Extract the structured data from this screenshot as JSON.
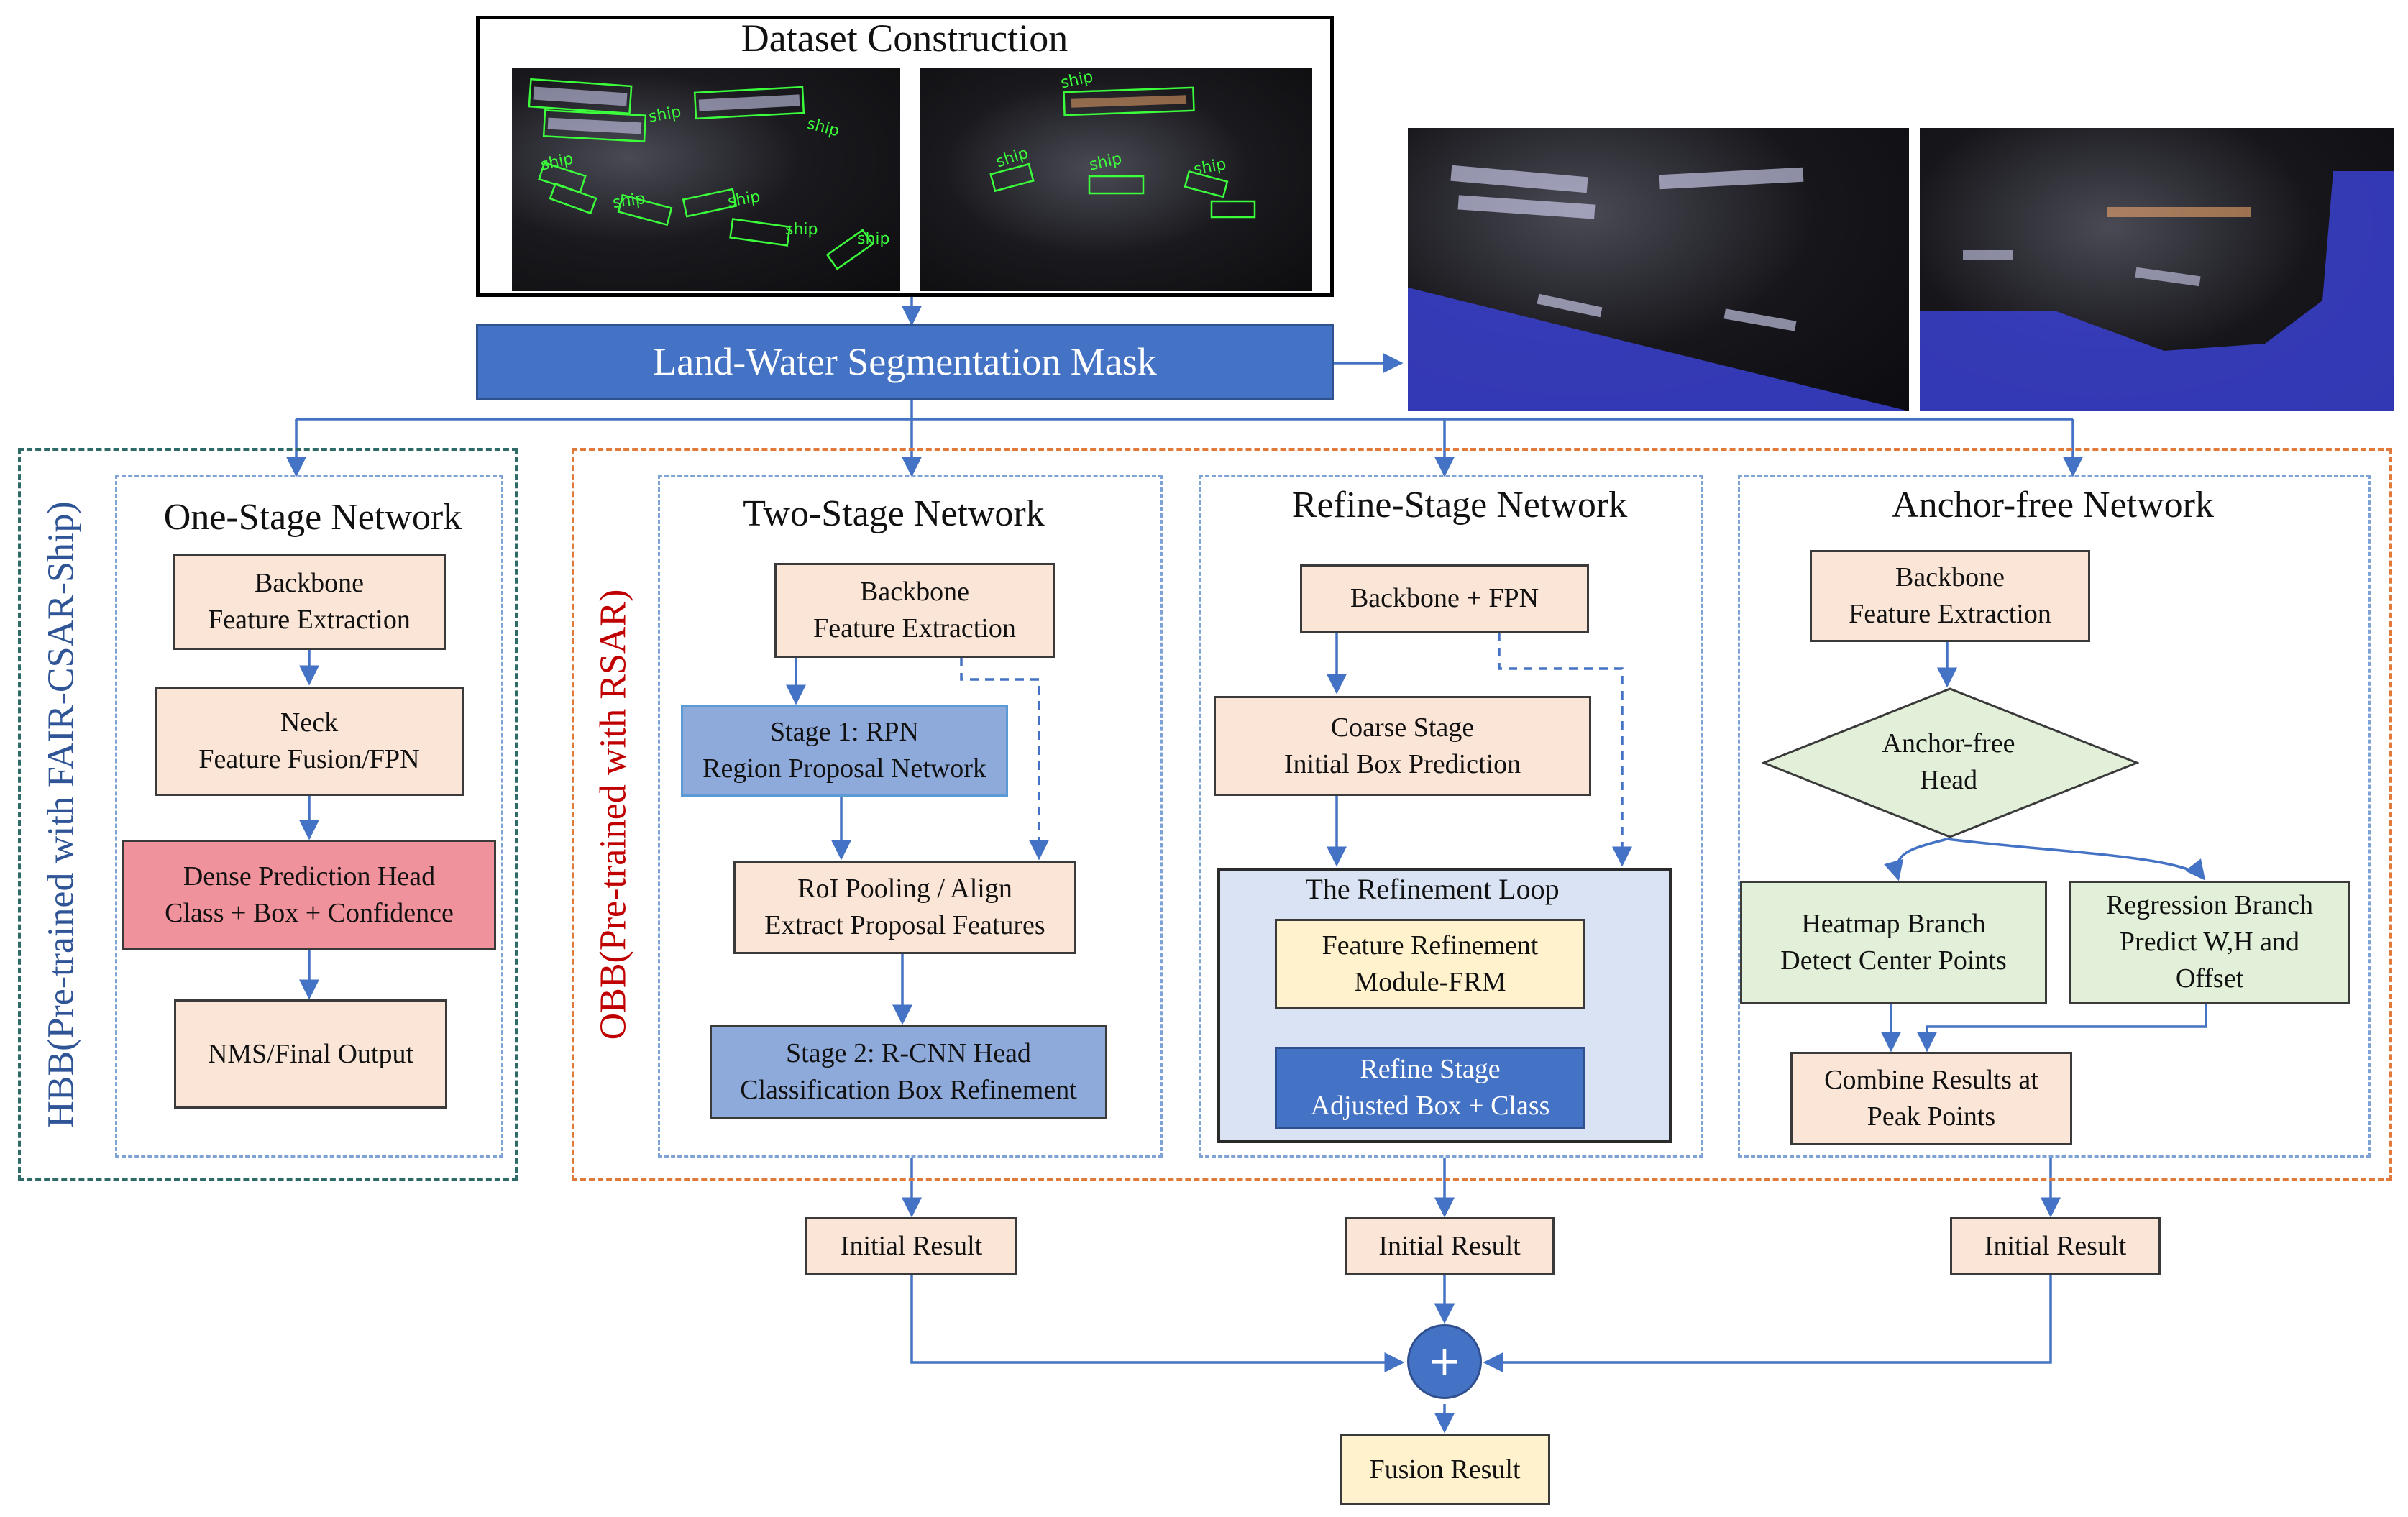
{
  "dataset": {
    "title": "Dataset Construction",
    "ship_label": "ship"
  },
  "segmentation": {
    "label": "Land-Water Segmentation Mask"
  },
  "groups": {
    "hbb_label": "HBB(Pre-trained with FAIR-CSAR-Ship)",
    "obb_label": "OBB(Pre-trained with RSAR)"
  },
  "one_stage": {
    "title": "One-Stage Network",
    "backbone": "Backbone\nFeature Extraction",
    "neck": "Neck\nFeature Fusion/FPN",
    "head": "Dense Prediction Head\nClass + Box + Confidence",
    "output": "NMS/Final Output"
  },
  "two_stage": {
    "title": "Two-Stage Network",
    "backbone": "Backbone\nFeature Extraction",
    "rpn": "Stage 1: RPN\nRegion Proposal Network",
    "roi": "RoI Pooling / Align\nExtract Proposal Features",
    "rcnn": "Stage 2: R-CNN Head\nClassification Box Refinement"
  },
  "refine_stage": {
    "title": "Refine-Stage Network",
    "backbone": "Backbone + FPN",
    "coarse": "Coarse Stage\nInitial Box Prediction",
    "loop_title": "The Refinement Loop",
    "frm": "Feature Refinement\nModule-FRM",
    "refine": "Refine Stage\nAdjusted Box + Class"
  },
  "anchor_free": {
    "title": "Anchor-free Network",
    "backbone": "Backbone\nFeature Extraction",
    "head": "Anchor-free\nHead",
    "heatmap": "Heatmap Branch\nDetect Center Points",
    "regression": "Regression Branch\nPredict W,H and\nOffset",
    "combine": "Combine Results at\nPeak Points"
  },
  "results": {
    "initial": "Initial Result",
    "fusion_symbol": "+",
    "fusion": "Fusion Result"
  },
  "colors": {
    "peach": "#fbe5d6",
    "blue_light": "#8eaadb",
    "blue_dark": "#4472c4",
    "pink": "#f0929b",
    "yellow": "#fff2cc",
    "green": "#e2f0d9",
    "lavender": "#dae3f3",
    "arrow": "#4472c4",
    "hbb_text": "#2f5597",
    "obb_text": "#c00000"
  }
}
